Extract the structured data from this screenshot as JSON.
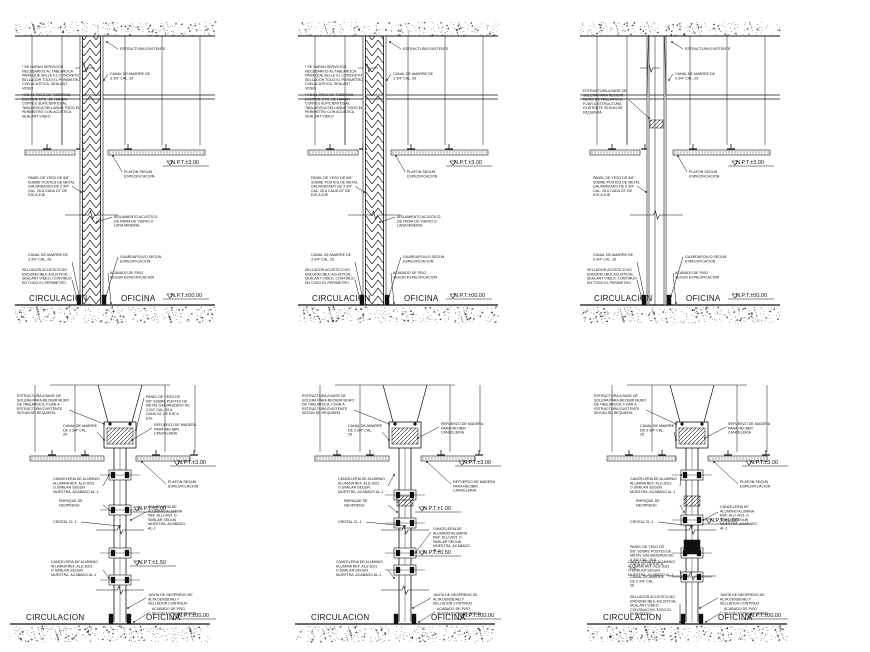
{
  "labels": {
    "circulacion": "CIRCULACION",
    "oficina": "OFICINA",
    "npt_000": "N.P.T.±00.00",
    "npt_300": "N.P.T.±3.00",
    "npt_200": "N.P.T.±2.00",
    "npt_100": "N.P.T.±1.00",
    "npt_150": "N.P.T.±1.50",
    "npt_050": "N.P.T.±0.50"
  },
  "notes": {
    "estructura_existente": "ESTRUCTURA EXISTENTE",
    "canal_amarre": "CANAL DE AMARRE DE 3 3/4\" CAL. 26",
    "nota_tablaroca": "* SE HARAN SERVICIOS NECESARIOS AL TABLAROCA PARA QUE SELLE EL CONCRETO SELLADOR TODO EL PERIMETRO CON ACUSTICA, SEALANT VIDEO",
    "nota_muros": "* EN EL PASO DE TUBERIAS, DUCTOS, ETC. SE HARAN CORTES SUFICIENTES AL TABLAROCA SELLANDO TODO EL PERIMETRO CON ACUSTICA SEALANT VIDEO",
    "panel_yeso": "PANEL DE YESO DE 5/8\" SOBRE POSTES DE METAL GALVANIZADO DE 3 3/4\" CAL. 26 A CADA 24\" DE EJE A EJE",
    "plafon": "PLAFON SEGUN ESPECIFICACION",
    "aislamiento": "AISLAMIENTO ACUSTICO DE FIBRA DE VIDRIO O LANA MINERAL",
    "guardapolvo": "GUARDAPOLVO SEGUN ESPECIFICACION",
    "sellador": "SELLADOR ACUSTICO NO ENDURECIBLE ACUSTICAL SEALANT VIDEO, CONTINUO EN TODO EL PERIMETRO",
    "acabado_piso": "ACABADO DE PISO SEGUN ESPECIFICACION",
    "estructura_base": "ESTRUCTURA A BASE DE SOLERA PARA RECIBIR MURO DE TABLAROCA, FIJAR A ESTRUCTURA EXISTENTE SEGUN SE REQUIERA",
    "canceleria": "CANCELERIA DE ALUMINIO ALUMINA REF. ALU-3021 O SIMILAR SEGUN MUESTRA. ACABADO AL-1",
    "cristal": "CRISTAL CL-1",
    "empaque": "EMPAQUE DE NEOPRENO",
    "refuerzo_madera": "REFUERZO DE MADERA PARA RECIBIR CANCELERIA",
    "junta_neopreno": "JUNTA DE NEOPRENO DE ALTA DENSIDAD Y SELLADOR CONTINUO"
  }
}
